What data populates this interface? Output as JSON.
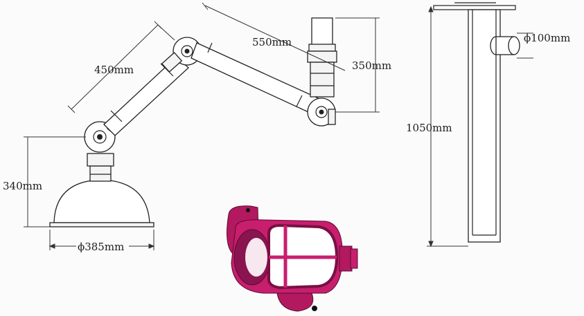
{
  "drawing": {
    "dimensions": {
      "arm_upper": "450mm",
      "arm_long": "550mm",
      "drop": "350mm",
      "hood_height": "340mm",
      "hood_diameter": "ϕ385mm",
      "column_height": "1050mm",
      "duct_diameter": "ϕ100mm"
    }
  },
  "colors": {
    "line": "#222222",
    "joint_body": "#c81e6e",
    "joint_dark": "#7a0f44",
    "paper": "#fbfbfb"
  }
}
